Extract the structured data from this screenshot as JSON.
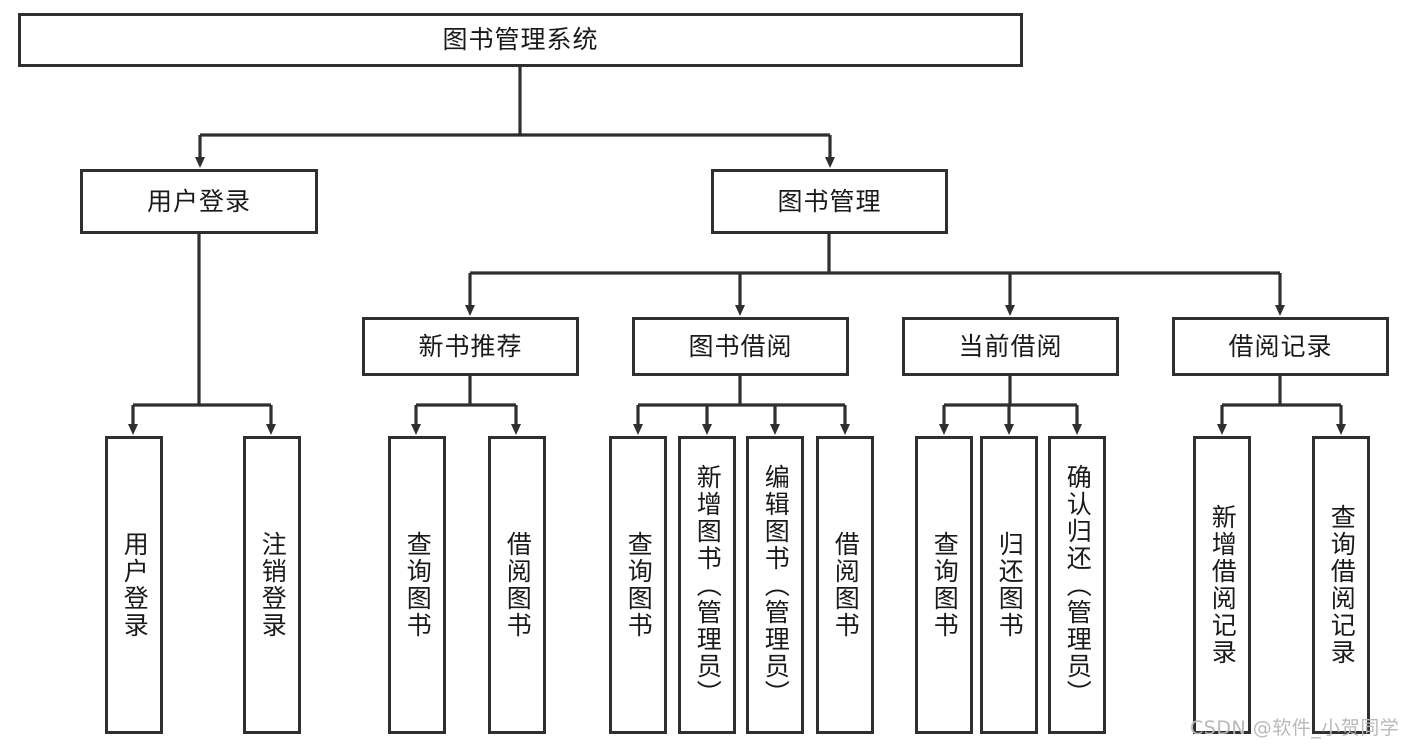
{
  "diagram": {
    "title": "图书管理系统",
    "type": "tree-hierarchy",
    "root": {
      "label": "图书管理系统"
    },
    "level2": [
      {
        "label": "用户登录"
      },
      {
        "label": "图书管理"
      }
    ],
    "level3": [
      {
        "label": "新书推荐",
        "parent": "图书管理"
      },
      {
        "label": "图书借阅",
        "parent": "图书管理"
      },
      {
        "label": "当前借阅",
        "parent": "图书管理"
      },
      {
        "label": "借阅记录",
        "parent": "图书管理"
      }
    ],
    "leaves": [
      {
        "label": "用户登录",
        "parent": "用户登录"
      },
      {
        "label": "注销登录",
        "parent": "用户登录"
      },
      {
        "label": "查询图书",
        "parent": "新书推荐"
      },
      {
        "label": "借阅图书",
        "parent": "新书推荐"
      },
      {
        "label": "查询图书",
        "parent": "图书借阅"
      },
      {
        "label": "新增图书（管理员）",
        "parent": "图书借阅"
      },
      {
        "label": "编辑图书（管理员）",
        "parent": "图书借阅"
      },
      {
        "label": "借阅图书",
        "parent": "图书借阅"
      },
      {
        "label": "查询图书",
        "parent": "当前借阅"
      },
      {
        "label": "归还图书",
        "parent": "当前借阅"
      },
      {
        "label": "确认归还（管理员）",
        "parent": "当前借阅"
      },
      {
        "label": "新增借阅记录",
        "parent": "借阅记录"
      },
      {
        "label": "查询借阅记录",
        "parent": "借阅记录"
      }
    ],
    "watermark": "CSDN @软件_小贺同学",
    "colors": {
      "stroke": "#2f2f2f",
      "fill": "#ffffff",
      "text": "#1a1a1a",
      "watermark": "#b9b9b9"
    }
  }
}
